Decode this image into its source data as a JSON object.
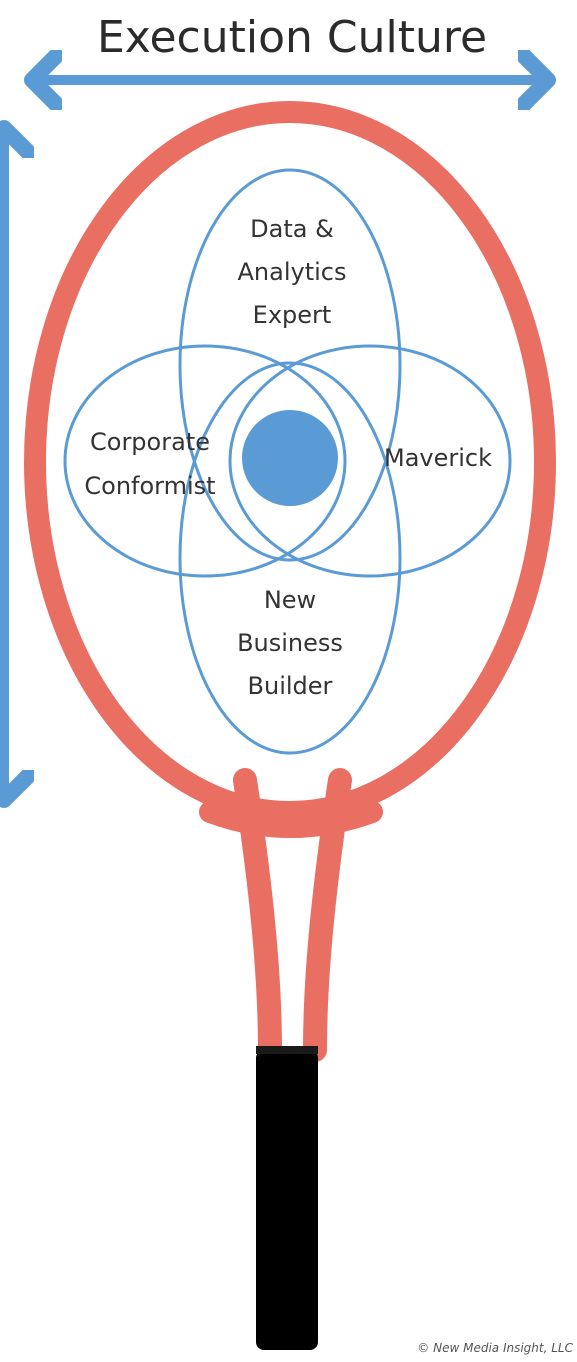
{
  "title": "Execution Culture",
  "rings": {
    "top": [
      "Data &",
      "Analytics",
      "Expert"
    ],
    "left": [
      "Corporate",
      "Conformist"
    ],
    "right": [
      "Maverick"
    ],
    "bottom": [
      "New",
      "Business",
      "Builder"
    ]
  },
  "credit": "© New Media Insight, LLC",
  "colors": {
    "racket": "#e96f63",
    "ring": "#5b9bd5",
    "center": "#5b9bd5",
    "arrow": "#5b9bd5",
    "handle": "#000000"
  },
  "icons": [
    "horizontal-double-arrow-icon",
    "vertical-double-arrow-icon",
    "tennis-racket-icon"
  ]
}
